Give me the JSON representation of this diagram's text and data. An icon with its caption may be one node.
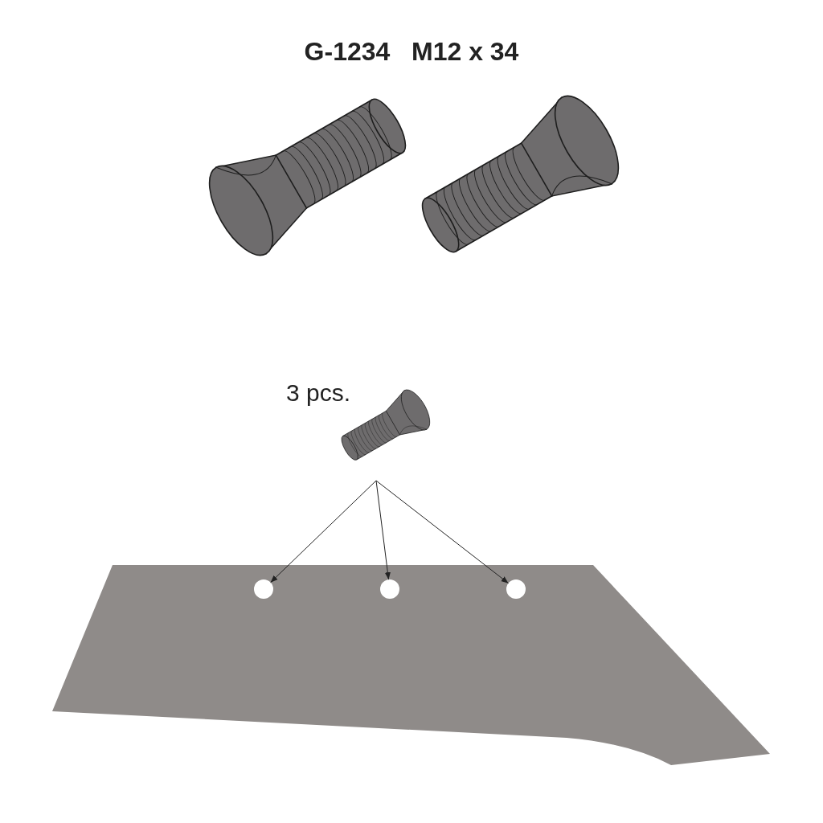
{
  "diagram": {
    "title": "G-1234   M12 x 34",
    "nodes": [
      {
        "text": [],
        "shape": "picture",
        "beside": [
          "3 pcs."
        ]
      },
      {
        "text": [],
        "shape": "picture"
      },
      {
        "text": [],
        "shape": "circle",
        "in": 1
      },
      {
        "text": [],
        "shape": "circle",
        "in": 1
      },
      {
        "text": [],
        "shape": "circle",
        "in": 1
      }
    ],
    "edges": [
      {
        "from": 0,
        "to": 2,
        "arrow": "to"
      },
      {
        "from": 0,
        "to": 3,
        "arrow": "to"
      },
      {
        "from": 0,
        "to": 4,
        "arrow": "to"
      }
    ]
  }
}
